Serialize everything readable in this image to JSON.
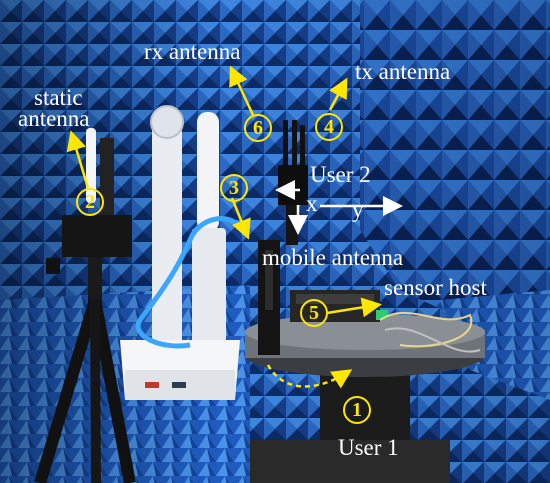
{
  "labels": {
    "rx_antenna": "rx antenna",
    "tx_antenna": "tx antenna",
    "static_antenna_line1": "static",
    "static_antenna_line2": "antenna",
    "user2": "User 2",
    "axis_x": "x",
    "axis_y": "y",
    "mobile_antenna": "mobile antenna",
    "sensor_host": "sensor host",
    "user1": "User 1"
  },
  "markers": [
    "1",
    "2",
    "3",
    "4",
    "5",
    "6"
  ],
  "colors": {
    "annotation": "#ffe600",
    "label_text": "#ffffff",
    "absorber_blue": "#2a6fc9",
    "absorber_dark": "#0c1f4d",
    "white_arrow": "#ffffff"
  }
}
